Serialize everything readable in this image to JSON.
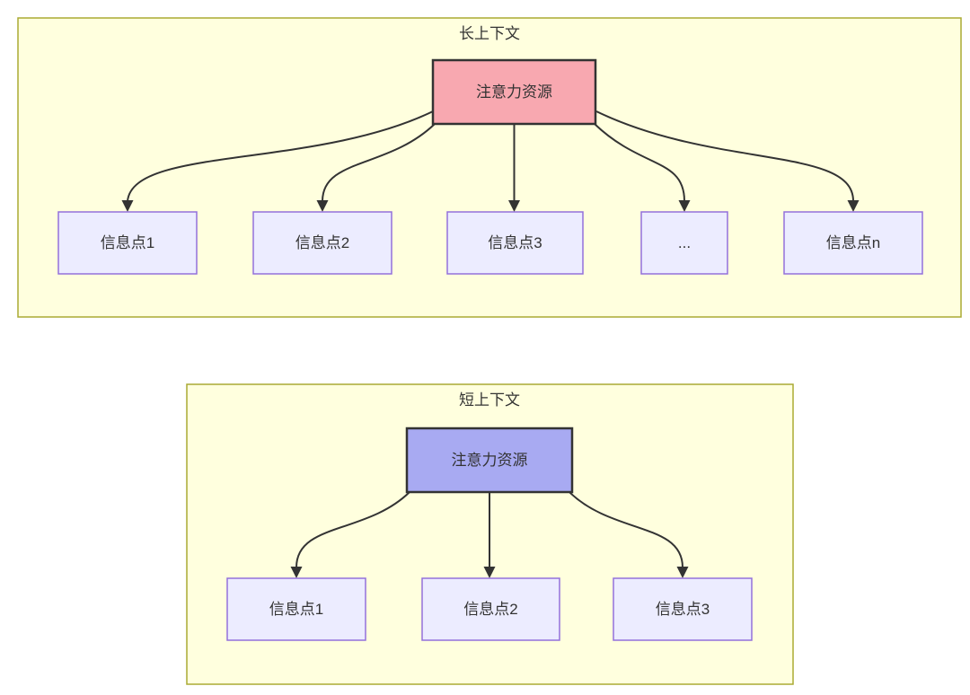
{
  "diagram": {
    "long_context": {
      "title": "长上下文",
      "attention_label": "注意力资源",
      "nodes": [
        "信息点1",
        "信息点2",
        "信息点3",
        "...",
        "信息点n"
      ]
    },
    "short_context": {
      "title": "短上下文",
      "attention_label": "注意力资源",
      "nodes": [
        "信息点1",
        "信息点2",
        "信息点3"
      ]
    },
    "colors": {
      "container_fill": "#ffffde",
      "container_border": "#aaaa33",
      "info_node_fill": "#ececff",
      "info_node_border": "#9370db",
      "attention_long_fill": "#f8a8b0",
      "attention_short_fill": "#a8aaf2",
      "attention_border": "#333333",
      "edge_color": "#333333",
      "text_color": "#333333"
    }
  }
}
